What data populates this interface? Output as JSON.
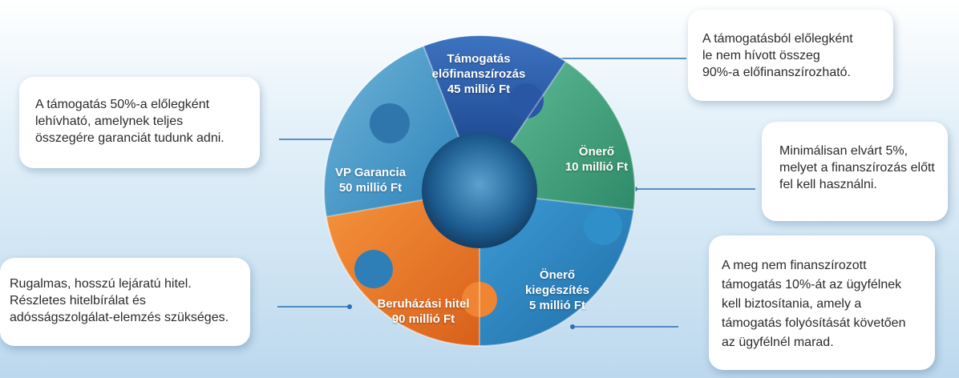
{
  "segments": {
    "tamogatas": {
      "line1": "Támogatás",
      "line2": "előfinanszírozás",
      "line3": "45 millió Ft",
      "color": "#2e5fae"
    },
    "onero": {
      "line1": "Önerő",
      "line2": "10 millió Ft",
      "color": "#3f9e7c"
    },
    "onero_kieg": {
      "line1": "Önerő",
      "line2": "kiegészítés",
      "line3": "5 millió Ft",
      "color": "#2b84c1"
    },
    "beruhazasi": {
      "line1": "Beruházási hitel",
      "line2": "90 millió Ft",
      "color": "#ec7a22"
    },
    "vp_garancia": {
      "line1": "VP Garancia",
      "line2": "50 millió Ft",
      "color": "#3692c6"
    }
  },
  "callouts": {
    "garancia": {
      "lines": [
        "A támogatás 50%-a előlegként",
        "lehívható, amelynek teljes",
        "összegére garanciát tudunk adni."
      ]
    },
    "elofinanszirozas": {
      "lines": [
        "A támogatásból előlegként",
        "le nem hívott összeg",
        "90%-a előfinanszírozható."
      ]
    },
    "onero": {
      "lines": [
        "Minimálisan elvárt 5%,",
        "melyet a finanszírozás előtt",
        "fel kell használni."
      ]
    },
    "hitel": {
      "lines": [
        "Rugalmas, hosszú lejáratú hitel.",
        "Részletes hitelbírálat és",
        "adósságszolgálat-elemzés szükséges."
      ]
    },
    "kiegeszites": {
      "lines": [
        "A meg nem finanszírozott",
        "támogatás 10%-át az ügyfélnek",
        "kell biztosítania, amely a",
        "támogatás folyósítását követően",
        "az ügyfélnél marad."
      ]
    }
  }
}
